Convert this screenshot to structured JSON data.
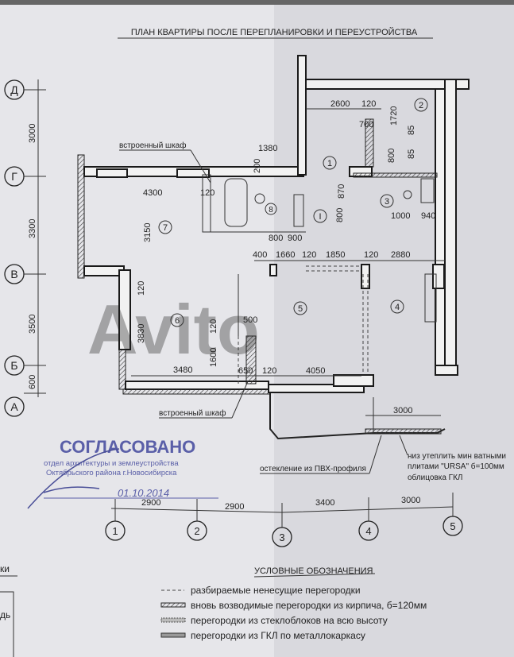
{
  "title": "ПЛАН КВАРТИРЫ ПОСЛЕ ПЕРЕПЛАНИРОВКИ И ПЕРЕУСТРОЙСТВА",
  "axes_rows": [
    {
      "label": "Д"
    },
    {
      "label": "Г"
    },
    {
      "label": "В"
    },
    {
      "label": "Б"
    },
    {
      "label": "А"
    }
  ],
  "axes_row_dims": [
    "3000",
    "3300",
    "3500",
    "600"
  ],
  "axes_cols": [
    {
      "label": "1"
    },
    {
      "label": "2"
    },
    {
      "label": "3"
    },
    {
      "label": "4"
    },
    {
      "label": "5"
    }
  ],
  "axes_col_dims": [
    "2900",
    "2900",
    "3400",
    "3000"
  ],
  "rooms": [
    "1",
    "2",
    "3",
    "4",
    "5",
    "6",
    "7",
    "8",
    "I"
  ],
  "dimensions": {
    "d1380": "1380",
    "d200": "200",
    "d4300": "4300",
    "d120a": "120",
    "d3150": "3150",
    "d800a": "800",
    "d900": "900",
    "d400": "400",
    "d1660": "1660",
    "d120b": "120",
    "d1850": "1850",
    "d120c": "120",
    "d2880": "2880",
    "d2600": "2600",
    "d120d": "120",
    "d1720": "1720",
    "d700": "700",
    "d85a": "85",
    "d800b": "800",
    "d85b": "85",
    "d870": "870",
    "d800c": "800",
    "d1000": "1000",
    "d940": "940",
    "d120e": "120",
    "d3830": "3830",
    "d500": "500",
    "d120f": "120",
    "d1600": "1600",
    "d3480": "3480",
    "d650": "650",
    "d120g": "120",
    "d4050": "4050",
    "d3000": "3000"
  },
  "notes": {
    "closet_top": "встроенный шкаф",
    "closet_bottom": "встроенный шкаф",
    "glazing": "остекление из ПВХ-профиля",
    "insulation_1": "низ утеплить мин ватными",
    "insulation_2": "плитами \"URSA\" б=100мм",
    "insulation_3": "облицовка ГКЛ"
  },
  "stamp": {
    "heading": "СОГЛАСОВАНО",
    "line1": "отдел архитектуры и землеустройства",
    "line2": "Октябрьского района г.Новосибирска",
    "date": "01.10.2014"
  },
  "legend": {
    "title": "УСЛОВНЫЕ ОБОЗНАЧЕНИЯ",
    "items": [
      {
        "symbol": "dashed",
        "text": "разбираемые ненесущие перегородки"
      },
      {
        "symbol": "hatched-brick",
        "text": "вновь возводимые перегородки из кирпича, б=120мм"
      },
      {
        "symbol": "glass-block",
        "text": "перегородки из стеклоблоков на всю высоту"
      },
      {
        "symbol": "gkl",
        "text": "перегородки из ГКЛ по металлокаркасу"
      }
    ]
  },
  "left_fragment": {
    "a": "ки",
    "b": "дь"
  },
  "watermark": "Avito"
}
